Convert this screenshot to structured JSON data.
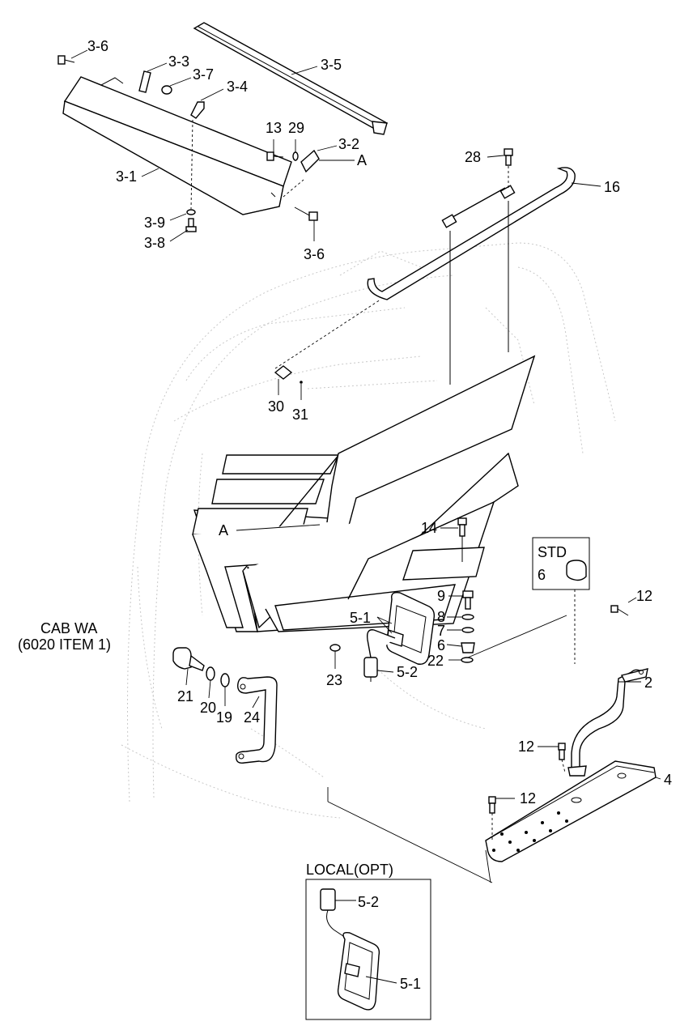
{
  "callouts": {
    "c3_6_top": "3-6",
    "c3_3": "3-3",
    "c3_7": "3-7",
    "c3_4": "3-4",
    "c3_5": "3-5",
    "c13": "13",
    "c29": "29",
    "c3_2": "3-2",
    "cA_top": "A",
    "c3_1": "3-1",
    "c3_9": "3-9",
    "c3_8": "3-8",
    "c3_6_bot": "3-6",
    "c28": "28",
    "c16": "16",
    "c30": "30",
    "c31": "31",
    "cA_mid": "A",
    "c14": "14",
    "c9": "9",
    "c5_1": "5-1",
    "c8": "8",
    "c7": "7",
    "c6": "6",
    "c22": "22",
    "c23": "23",
    "c5_2": "5-2",
    "c21": "21",
    "c20": "20",
    "c19": "19",
    "c24": "24",
    "c12_a": "12",
    "c2": "2",
    "c12_b": "12",
    "c4": "4",
    "c12_c": "12"
  },
  "std_box": {
    "title": "STD",
    "item": "6"
  },
  "cab_note": {
    "line1": "CAB WA",
    "line2": "(6020 ITEM 1)"
  },
  "local_box": {
    "title": "LOCAL(OPT)",
    "item_a": "5-2",
    "item_b": "5-1"
  }
}
